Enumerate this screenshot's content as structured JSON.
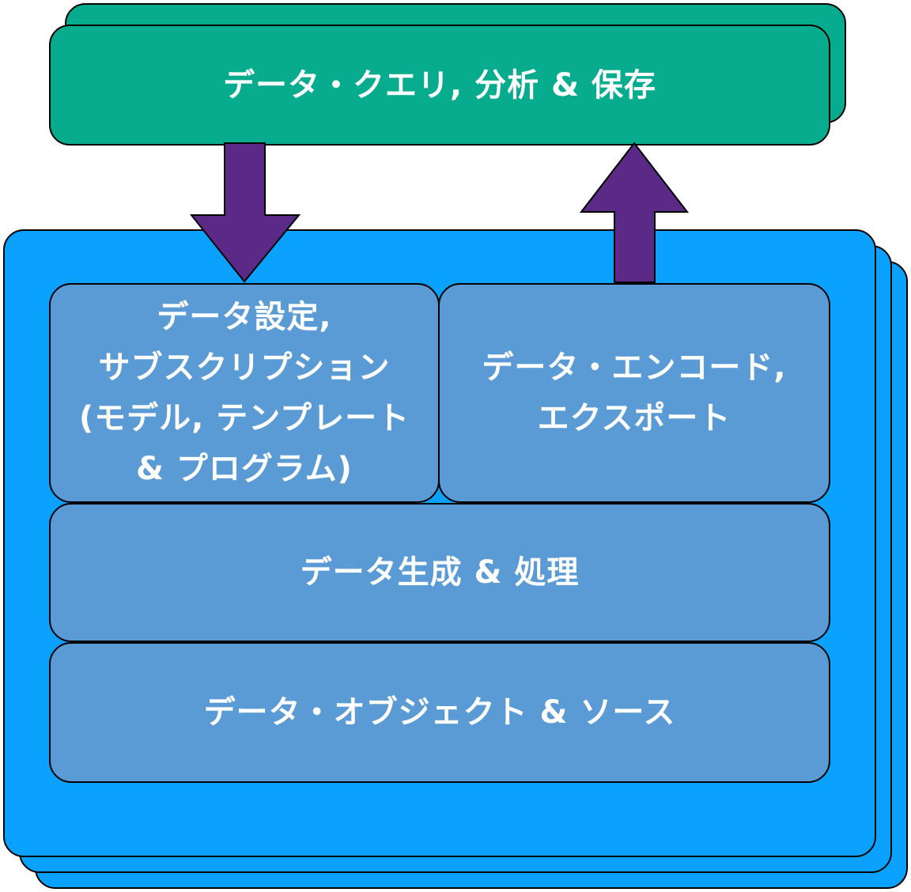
{
  "colors": {
    "green": "#07AC8E",
    "blue": "#0AA1FF",
    "box_fill": "#5B9BD5",
    "arrow": "#5B2A86",
    "text": "#FFFFFF"
  },
  "layers": {
    "query_storage": "データ・クエリ, 分析 & 保存",
    "config_subscription": "データ設定,\nサブスクリプション\n(モデル, テンプレート\n& プログラム)",
    "encode_export": "データ・エンコード,\nエクスポート",
    "generation_processing": "データ生成 & 処理",
    "objects_sources": "データ・オブジェクト & ソース"
  },
  "arrows": [
    {
      "direction": "down",
      "from": "query_storage",
      "to": "config_subscription"
    },
    {
      "direction": "up",
      "from": "encode_export",
      "to": "query_storage"
    }
  ]
}
